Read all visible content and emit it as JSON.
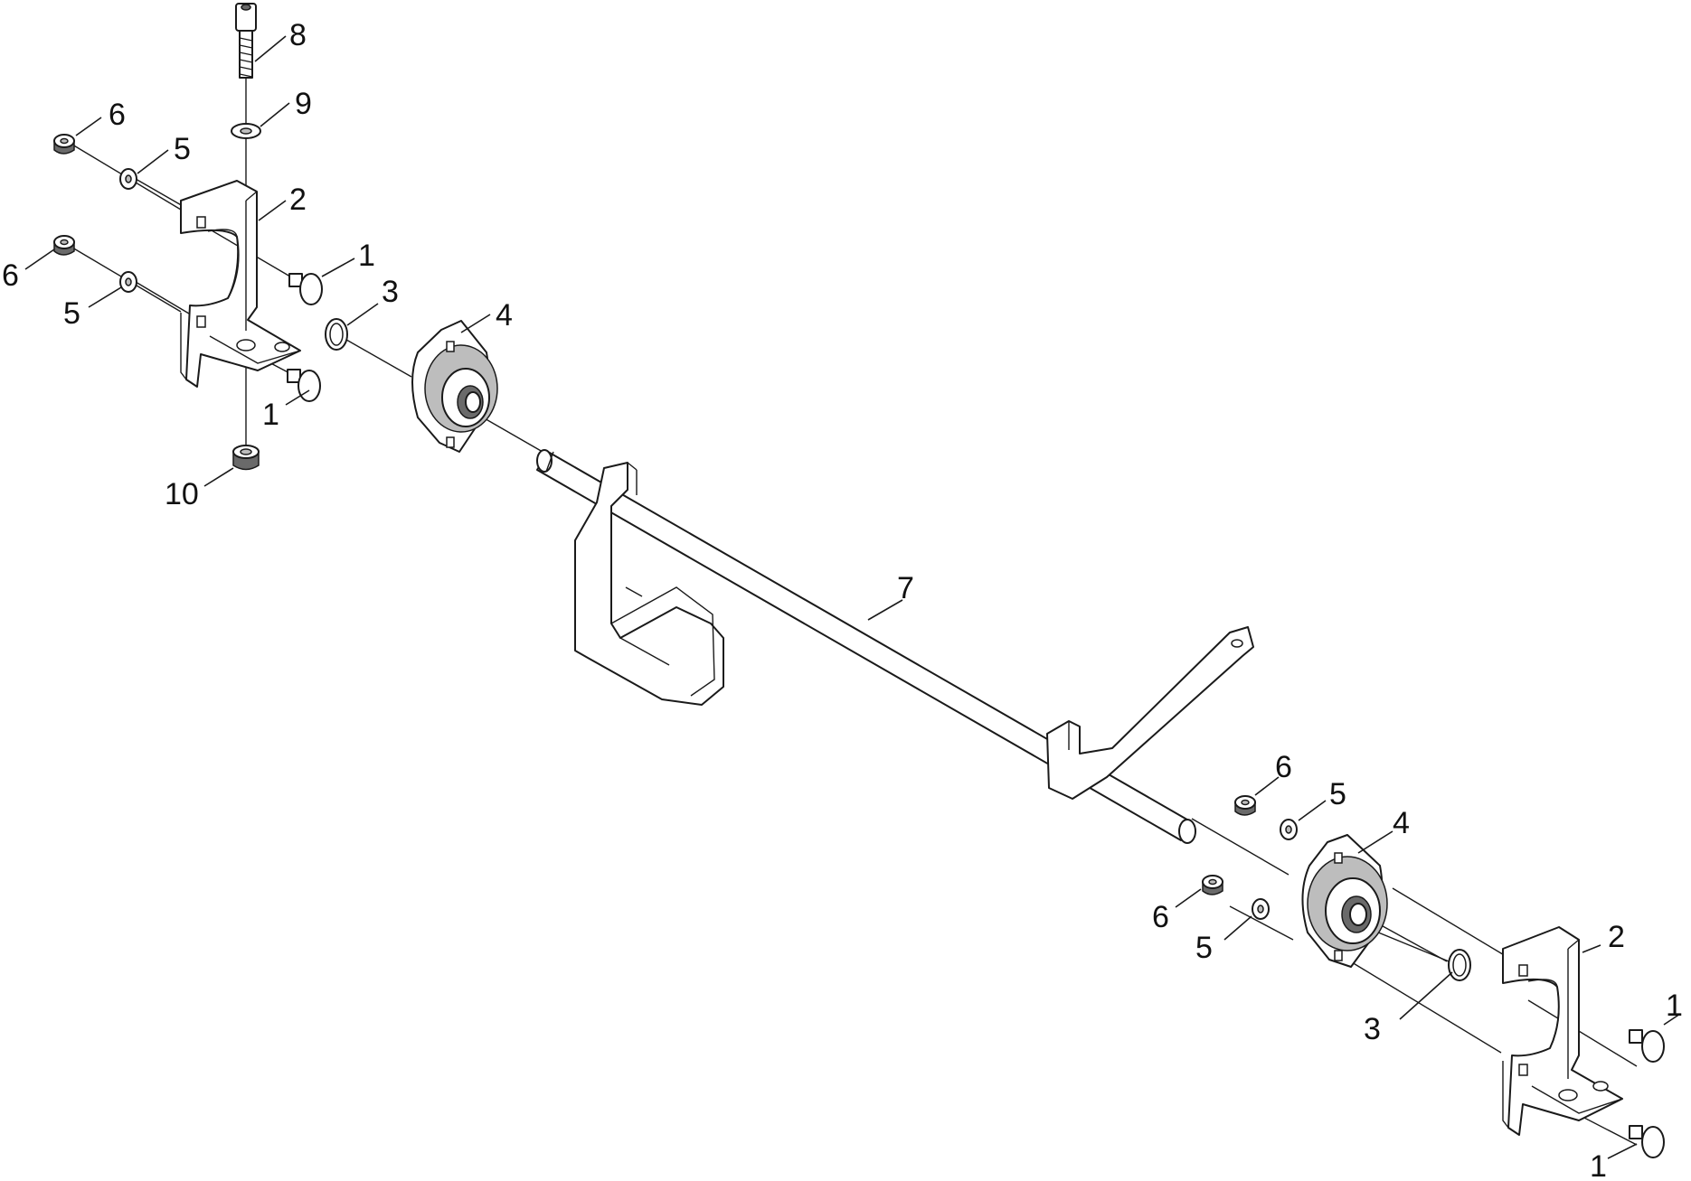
{
  "callouts": [
    {
      "id": "c8",
      "label": "8"
    },
    {
      "id": "c9",
      "label": "9"
    },
    {
      "id": "c6a",
      "label": "6"
    },
    {
      "id": "c5a",
      "label": "5"
    },
    {
      "id": "c2a",
      "label": "2"
    },
    {
      "id": "c1a",
      "label": "1"
    },
    {
      "id": "c6b",
      "label": "6"
    },
    {
      "id": "c3a",
      "label": "3"
    },
    {
      "id": "c4a",
      "label": "4"
    },
    {
      "id": "c5b",
      "label": "5"
    },
    {
      "id": "c1b",
      "label": "1"
    },
    {
      "id": "c10",
      "label": "10"
    },
    {
      "id": "c7",
      "label": "7"
    },
    {
      "id": "c6c",
      "label": "6"
    },
    {
      "id": "c5c",
      "label": "5"
    },
    {
      "id": "c4b",
      "label": "4"
    },
    {
      "id": "c6d",
      "label": "6"
    },
    {
      "id": "c5d",
      "label": "5"
    },
    {
      "id": "c2b",
      "label": "2"
    },
    {
      "id": "c1c",
      "label": "1"
    },
    {
      "id": "c3b",
      "label": "3"
    },
    {
      "id": "c1d",
      "label": "1"
    }
  ],
  "colors": {
    "line": "#1a1a1a",
    "background": "#ffffff",
    "shade": "#bdbdbd"
  }
}
